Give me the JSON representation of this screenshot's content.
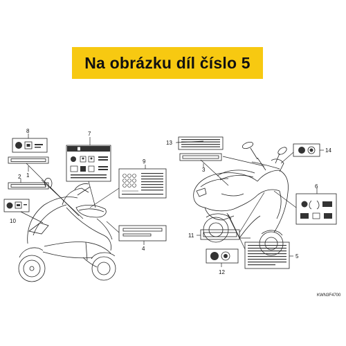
{
  "banner": {
    "text": "Na obrázku díl číslo 5",
    "color": "#f7c911"
  },
  "callouts": {
    "c1": "1",
    "c2": "2",
    "c3": "3",
    "c4": "4",
    "c5": "5",
    "c6": "6",
    "c7": "7",
    "c8": "8",
    "c9": "9",
    "c10": "10",
    "c11": "11",
    "c12": "12",
    "c13": "13",
    "c14": "14"
  },
  "diagram_code": "KWN3F4700"
}
